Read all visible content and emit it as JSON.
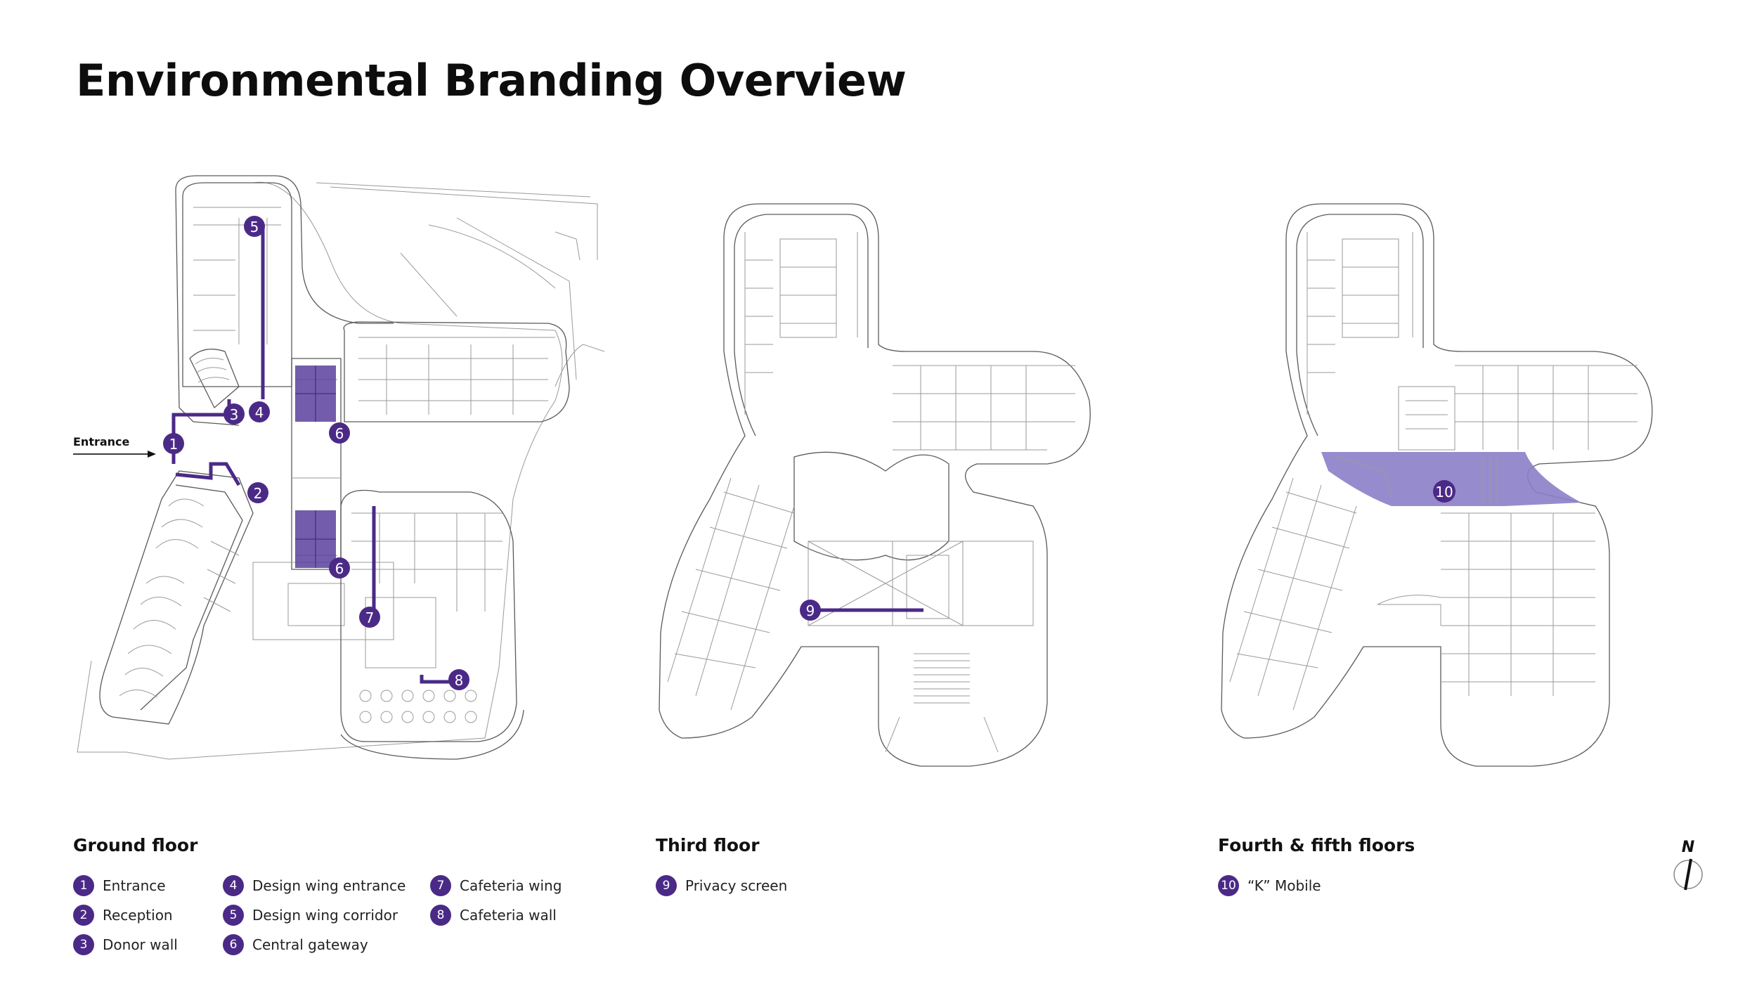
{
  "page_title": "Environmental Branding Overview",
  "colors": {
    "accent": "#4b2a87",
    "highlight": "#8b7fc8",
    "line": "#5a5a5a"
  },
  "plans": {
    "ground": {
      "entrance_label": "Entrance"
    }
  },
  "markers": [
    {
      "num": "1"
    },
    {
      "num": "2"
    },
    {
      "num": "3"
    },
    {
      "num": "4"
    },
    {
      "num": "5"
    },
    {
      "num": "6"
    },
    {
      "num": "6"
    },
    {
      "num": "7"
    },
    {
      "num": "8"
    },
    {
      "num": "9"
    },
    {
      "num": "10"
    }
  ],
  "legend": {
    "ground": {
      "heading": "Ground floor",
      "items": [
        {
          "num": "1",
          "label": "Entrance"
        },
        {
          "num": "2",
          "label": "Reception"
        },
        {
          "num": "3",
          "label": "Donor wall"
        },
        {
          "num": "4",
          "label": "Design wing entrance"
        },
        {
          "num": "5",
          "label": "Design wing corridor"
        },
        {
          "num": "6",
          "label": "Central gateway"
        },
        {
          "num": "7",
          "label": "Cafeteria wing"
        },
        {
          "num": "8",
          "label": "Cafeteria wall"
        }
      ]
    },
    "third": {
      "heading": "Third floor",
      "items": [
        {
          "num": "9",
          "label": "Privacy screen"
        }
      ]
    },
    "fourth": {
      "heading": "Fourth & fifth floors",
      "items": [
        {
          "num": "10",
          "label": "“K” Mobile"
        }
      ]
    }
  },
  "north_label": "N",
  "north_icon": "compass-north-icon"
}
